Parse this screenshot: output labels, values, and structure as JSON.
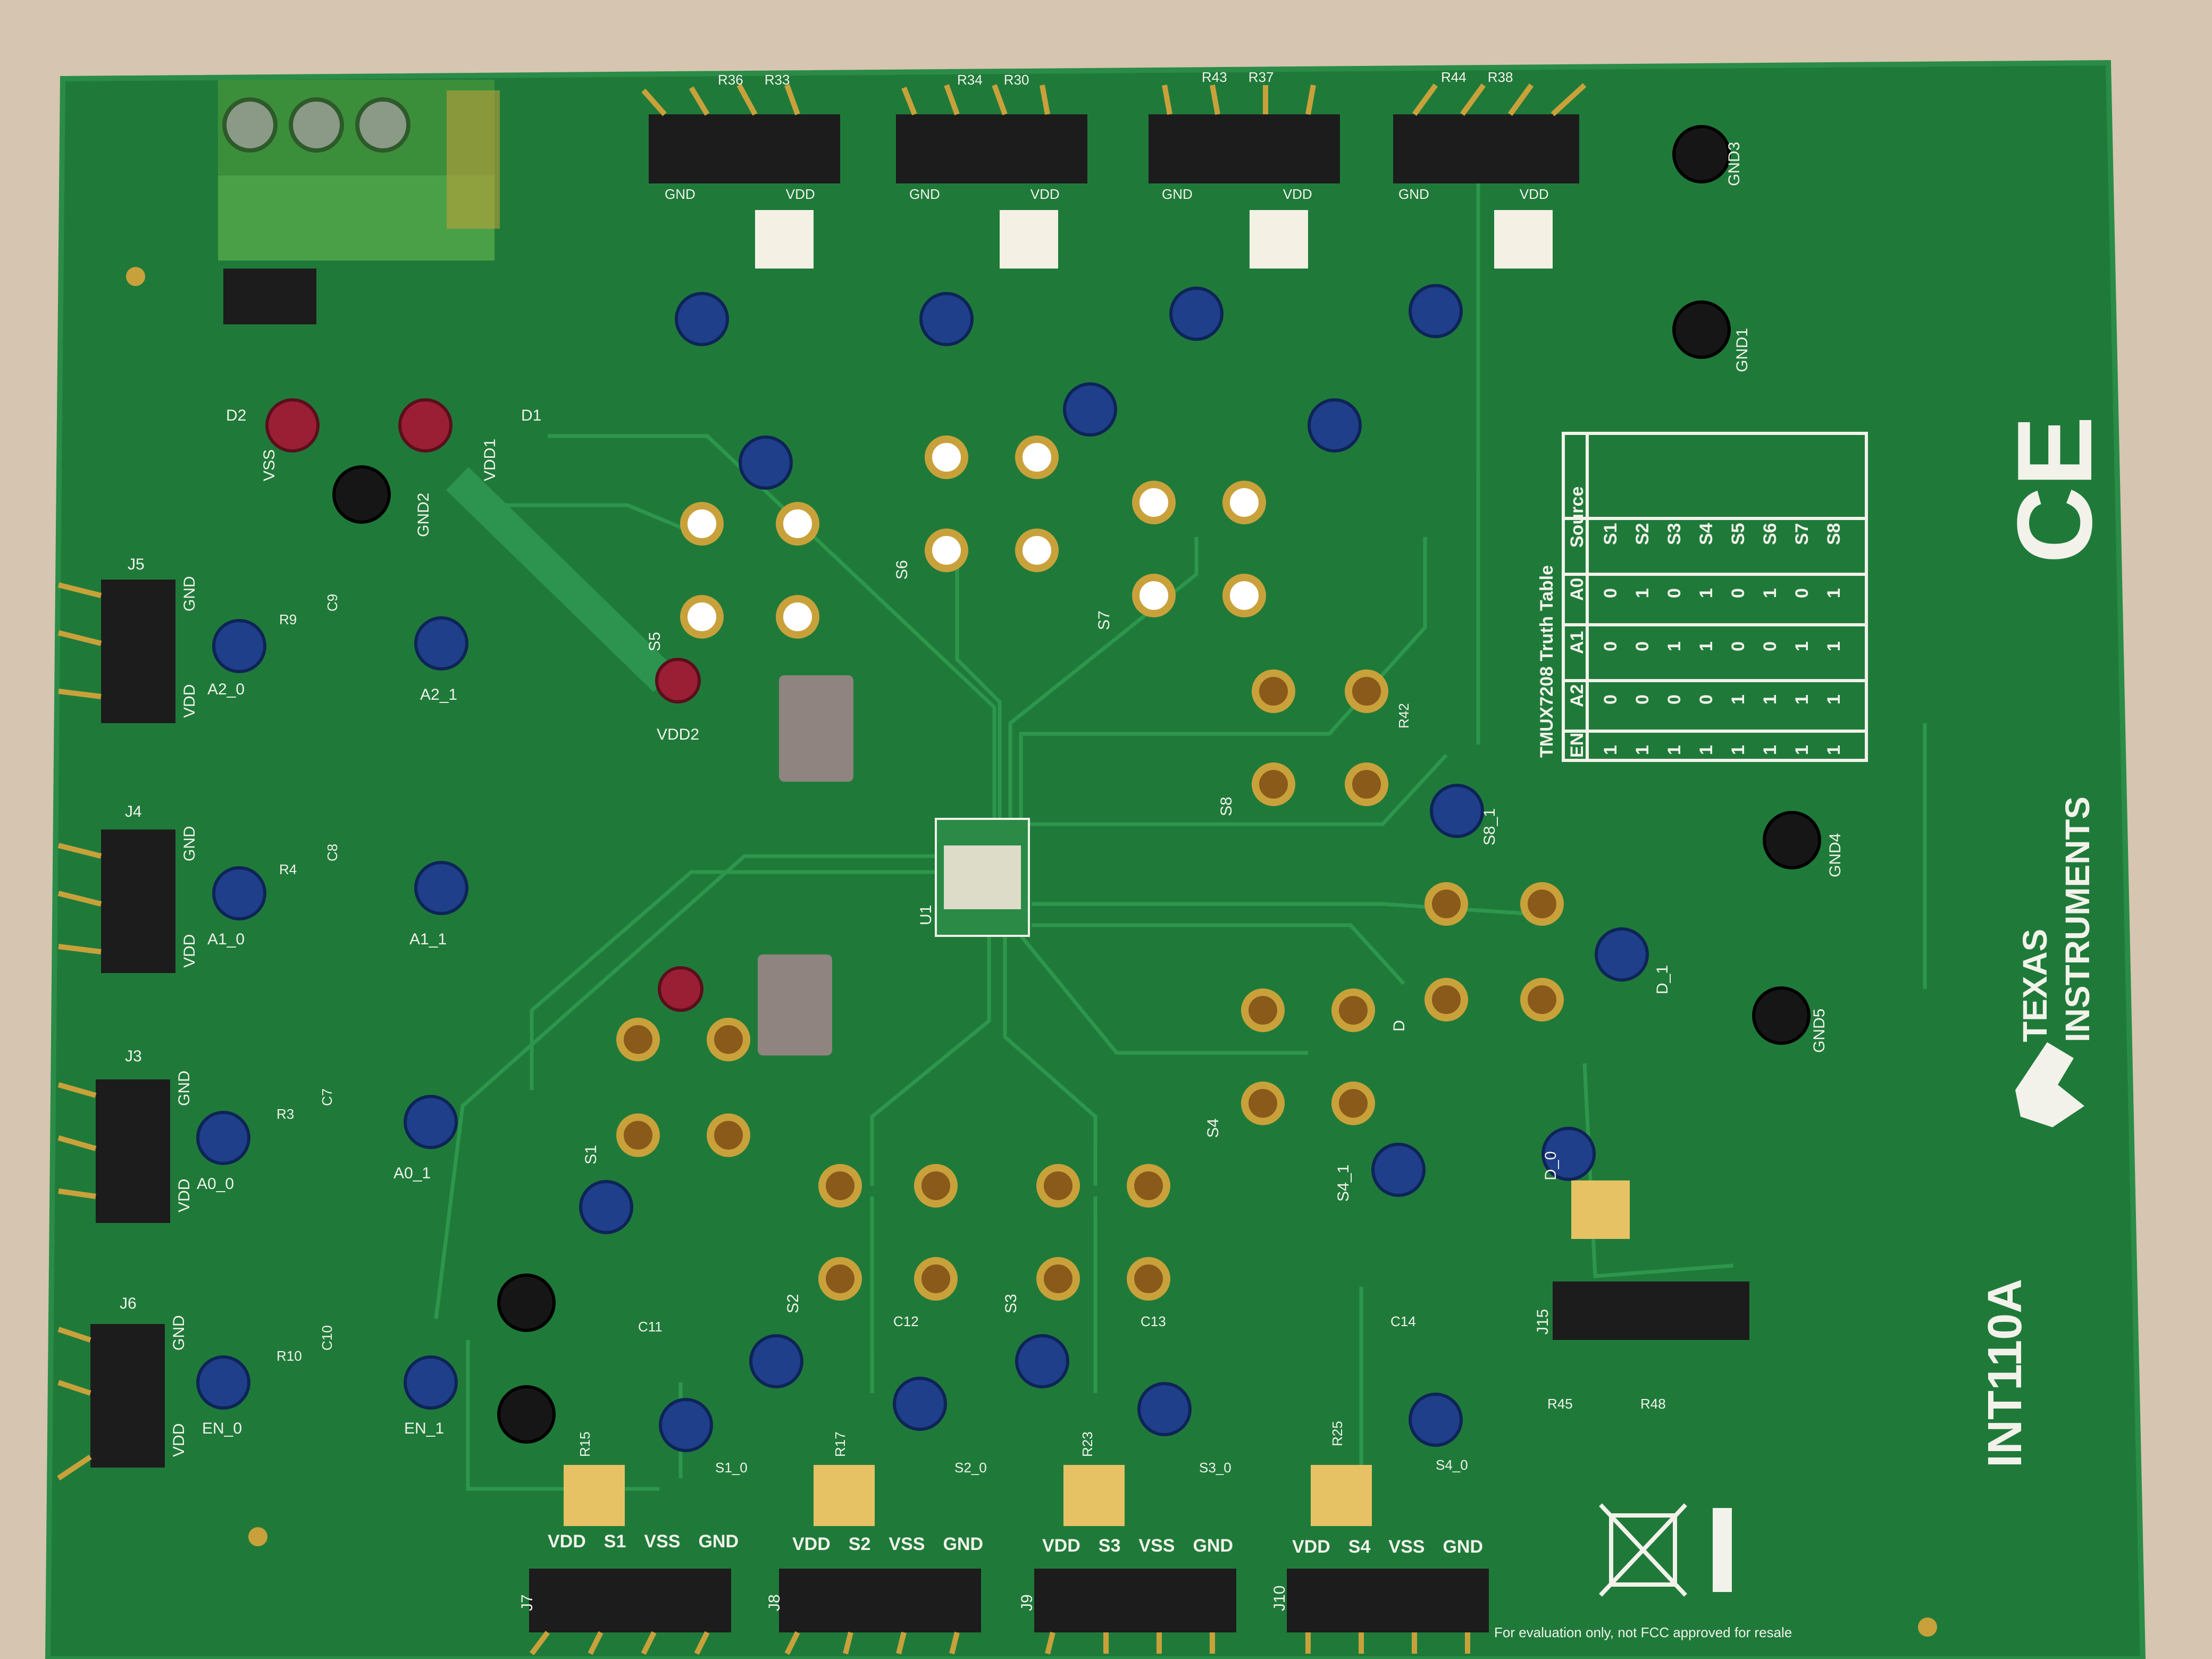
{
  "board": {
    "name": "INT110A",
    "brand_line1": "TEXAS",
    "brand_line2": "INSTRUMENTS",
    "ce_mark": "CE",
    "disclaimer": "For evaluation only, not FCC approved for resale",
    "colors": {
      "pcb": "#1f7a3a",
      "silkscreen": "#f2f2ea",
      "pad": "#c9a13b",
      "connector": "#1c1c1c",
      "terminal_block": "#4aa046"
    }
  },
  "truth_table": {
    "title": "TMUX7208 Truth Table",
    "headers": [
      "EN",
      "A2",
      "A1",
      "A0",
      "Source"
    ],
    "rows": [
      [
        "1",
        "0",
        "0",
        "0",
        "S1"
      ],
      [
        "1",
        "0",
        "0",
        "1",
        "S2"
      ],
      [
        "1",
        "0",
        "1",
        "0",
        "S3"
      ],
      [
        "1",
        "0",
        "1",
        "1",
        "S4"
      ],
      [
        "1",
        "1",
        "0",
        "0",
        "S5"
      ],
      [
        "1",
        "1",
        "0",
        "1",
        "S6"
      ],
      [
        "1",
        "1",
        "1",
        "0",
        "S7"
      ],
      [
        "1",
        "1",
        "1",
        "1",
        "S8"
      ]
    ]
  },
  "headers_left": [
    {
      "ref": "J5",
      "pins": [
        "GND",
        "VDD"
      ],
      "tp": "A2_0",
      "tp2": "A2_1",
      "res": "R9",
      "cap": "C9"
    },
    {
      "ref": "J4",
      "pins": [
        "GND",
        "VDD"
      ],
      "tp": "A1_0",
      "tp2": "A1_1",
      "res": "R4",
      "cap": "C8"
    },
    {
      "ref": "J3",
      "pins": [
        "GND",
        "VDD"
      ],
      "tp": "A0_0",
      "tp2": "A0_1",
      "res": "R3",
      "cap": "C7"
    },
    {
      "ref": "J6",
      "pins": [
        "GND",
        "VDD"
      ],
      "tp": "EN_0",
      "tp2": "EN_1",
      "res": "R10",
      "cap": "C10"
    }
  ],
  "headers_bottom": [
    {
      "ref": "J7",
      "pins": [
        "VDD",
        "S1",
        "VSS",
        "GND"
      ]
    },
    {
      "ref": "J8",
      "pins": [
        "VDD",
        "S2",
        "VSS",
        "GND"
      ]
    },
    {
      "ref": "J9",
      "pins": [
        "VDD",
        "S3",
        "VSS",
        "GND"
      ]
    },
    {
      "ref": "J10",
      "pins": [
        "VDD",
        "S4",
        "VSS",
        "GND"
      ]
    }
  ],
  "top_headers": [
    {
      "pins": [
        "GND",
        "VDD"
      ],
      "refs": [
        "R36",
        "R33"
      ]
    },
    {
      "pins": [
        "GND",
        "VDD"
      ],
      "refs": [
        "R34",
        "R30"
      ]
    },
    {
      "pins": [
        "GND",
        "VDD"
      ],
      "refs": [
        "R43",
        "R37"
      ]
    },
    {
      "pins": [
        "GND",
        "VDD"
      ],
      "refs": [
        "R44",
        "R38"
      ]
    }
  ],
  "labels": {
    "vss": "VSS",
    "vdd1": "VDD1",
    "gnd2": "GND2",
    "vdd2": "VDD2",
    "d2": "D2",
    "d1": "D1",
    "u1": "U1",
    "d": "D",
    "s4_tp": "S4_1",
    "d_tp0": "D_0",
    "d_tp1": "D_1",
    "j15": "J15",
    "r45": "R45",
    "r48": "R48",
    "gnd1": "GND1",
    "gnd3": "GND3",
    "gnd4": "GND4",
    "gnd5": "GND5",
    "s8_tp": "S8_1",
    "r42": "R42",
    "sw_s1": "S1",
    "sw_s2": "S2",
    "sw_s3": "S3",
    "sw_s4": "S4",
    "sw_s5": "S5",
    "sw_s6": "S6",
    "sw_s7": "S7",
    "sw_s8": "S8",
    "s1_0": "S1_0",
    "s2_0": "S2_0",
    "s3_0": "S3_0",
    "s4_0": "S4_0",
    "c11": "C11",
    "c12": "C12",
    "c13": "C13",
    "c14": "C14",
    "r15": "R15",
    "r17": "R17",
    "r23": "R23",
    "r25": "R25"
  }
}
